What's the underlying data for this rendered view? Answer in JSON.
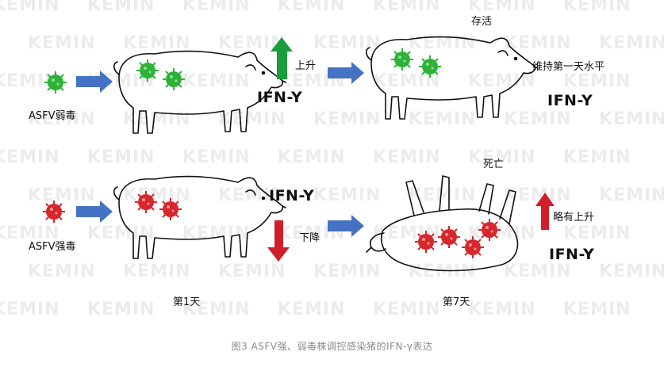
{
  "watermark": "KEMIN",
  "colors": {
    "virus_weak": "#2db33a",
    "virus_strong": "#d7262c",
    "arrow_up": "#1a9d3a",
    "arrow_down": "#d01f2a",
    "flow_arrow": "#4472c4"
  },
  "top_row": {
    "strain_label": "ASFV弱毒",
    "trend_label": "上升",
    "ifn_label_day1": "IFN-Y",
    "outcome": "存活",
    "level_note": "维持第一天水平",
    "ifn_label_day7": "IFN-Y"
  },
  "bottom_row": {
    "strain_label": "ASFV强毒",
    "ifn_label_day1": "IFN-Y",
    "trend_label": "下降",
    "outcome": "死亡",
    "trend_label_day7": "略有上升",
    "ifn_label_day7": "IFN-Y"
  },
  "timeline": {
    "day1": "第1天",
    "day7": "第7天"
  },
  "caption": "图3  ASFV强、弱毒株调控感染猪的IFN-γ表达"
}
